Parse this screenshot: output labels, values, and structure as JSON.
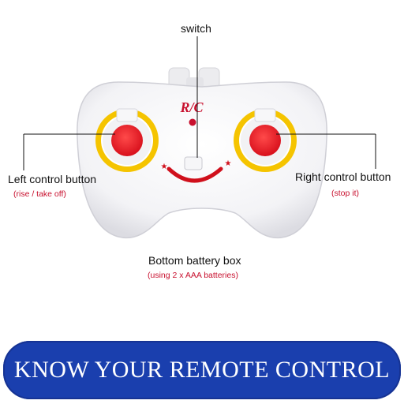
{
  "remote": {
    "logo": "R/C"
  },
  "labels": {
    "switch": "switch",
    "left_button": {
      "title": "Left control button",
      "note": "(rise / take off)"
    },
    "right_button": {
      "title": "Right control button",
      "note": "(stop it)"
    },
    "battery_box": {
      "title": "Bottom battery box",
      "note": "(using 2 x AAA batteries)"
    }
  },
  "banner": {
    "text": "KNOW YOUR REMOTE CONTROL"
  },
  "colors": {
    "banner_bg": "#1a3fae",
    "button_red": "#e8202a",
    "ring_yellow": "#f5c400",
    "accent_red": "#c8102e"
  }
}
